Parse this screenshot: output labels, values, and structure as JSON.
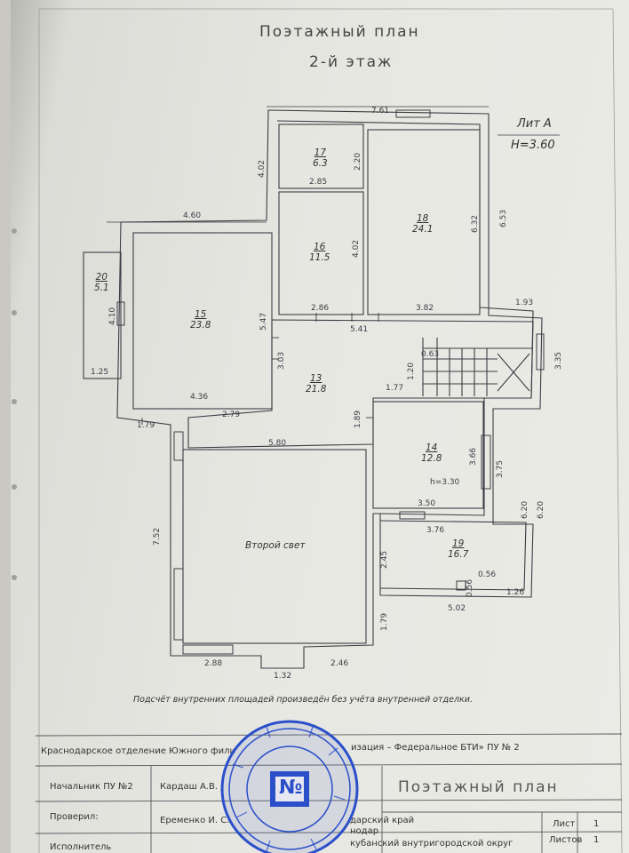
{
  "header": {
    "title": "Поэтажный план",
    "floor": "2-й этаж"
  },
  "lit": {
    "name": "Лит А",
    "height": "Н=3.60"
  },
  "rooms": [
    {
      "num": "17",
      "area": "6.3"
    },
    {
      "num": "18",
      "area": "24.1"
    },
    {
      "num": "16",
      "area": "11.5"
    },
    {
      "num": "20",
      "area": "5.1"
    },
    {
      "num": "15",
      "area": "23.8"
    },
    {
      "num": "13",
      "area": "21.8"
    },
    {
      "num": "14",
      "area": "12.8"
    },
    {
      "num": "19",
      "area": "16.7"
    }
  ],
  "second_light": "Второй свет",
  "h330": "h=3.30",
  "dims": {
    "d761": "7.61",
    "d402a": "4.02",
    "d220": "2.20",
    "d653": "6.53",
    "d285": "2.85",
    "d460": "4.60",
    "d632": "6.32",
    "d402b": "4.02",
    "d410": "4.10",
    "d547": "5.47",
    "d286": "2.86",
    "d382": "3.82",
    "d193": "1.93",
    "d541": "5.41",
    "d063": "0.63",
    "d335": "3.35",
    "d125": "1.25",
    "d303": "3.03",
    "d120": "1.20",
    "d436": "4.36",
    "d279": "2.79",
    "d177": "1.77",
    "d179a": "1.79",
    "d189": "1.89",
    "d580": "5.80",
    "d366": "3.66",
    "d375": "3.75",
    "d350": "3.50",
    "d620a": "6.20",
    "d620b": "6.20",
    "d376": "3.76",
    "d752": "7.52",
    "d245": "2.45",
    "d056a": "0.56",
    "d056b": "0.56",
    "d126": "1.26",
    "d502": "5.02",
    "d179b": "1.79",
    "d288": "2.88",
    "d132": "1.32",
    "d246": "2.46"
  },
  "footnote": "Подсчёт внутренних площадей произведён без учёта внутренней отделки.",
  "title_block": {
    "org": "Краснодарское отделение Южного фили",
    "org_tail": "изация – Федеральное БТИ» ПУ № 2",
    "chief_label": "Начальник ПУ №2",
    "chief_name": "Кардаш А.В.",
    "checked_label": "Проверил:",
    "checked_name": "Еременко И. С.",
    "executor_label": "Исполнитель",
    "sheet_title": "Поэтажный план",
    "region": "дарский край",
    "city": "нодар",
    "district": "кубанский внутригородской округ",
    "list_label": "Лист",
    "list_value": "1",
    "lists_label": "Листов",
    "lists_value": "1"
  },
  "stamp": {
    "logo": "№"
  }
}
